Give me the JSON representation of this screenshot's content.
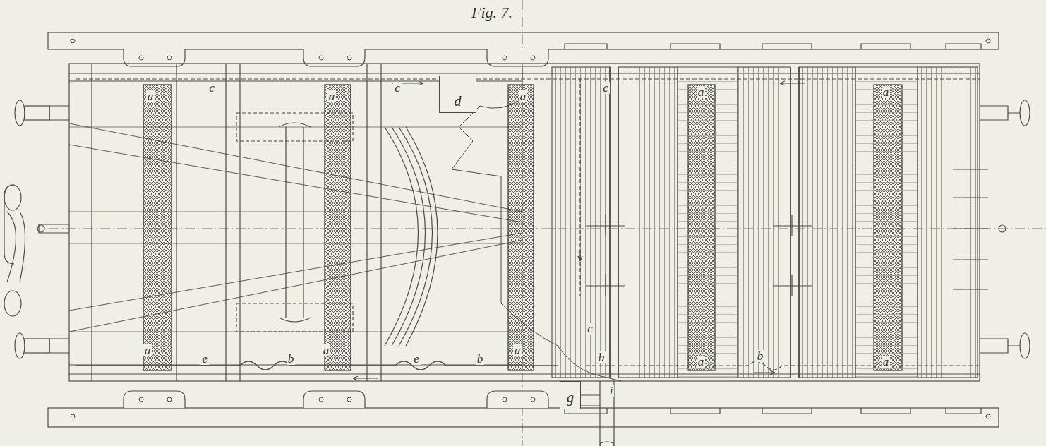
{
  "diagram": {
    "title": "Fig. 7.",
    "nodes": [
      {
        "text": [
          "d"
        ]
      },
      {
        "text": [
          "g"
        ]
      }
    ],
    "labels": [
      "c",
      "c",
      "a",
      "a",
      "a",
      "c",
      "a",
      "a",
      "c",
      "a",
      "e",
      "b",
      "a",
      "e",
      "b",
      "a",
      "b",
      "i",
      "a",
      "b",
      "a"
    ]
  }
}
